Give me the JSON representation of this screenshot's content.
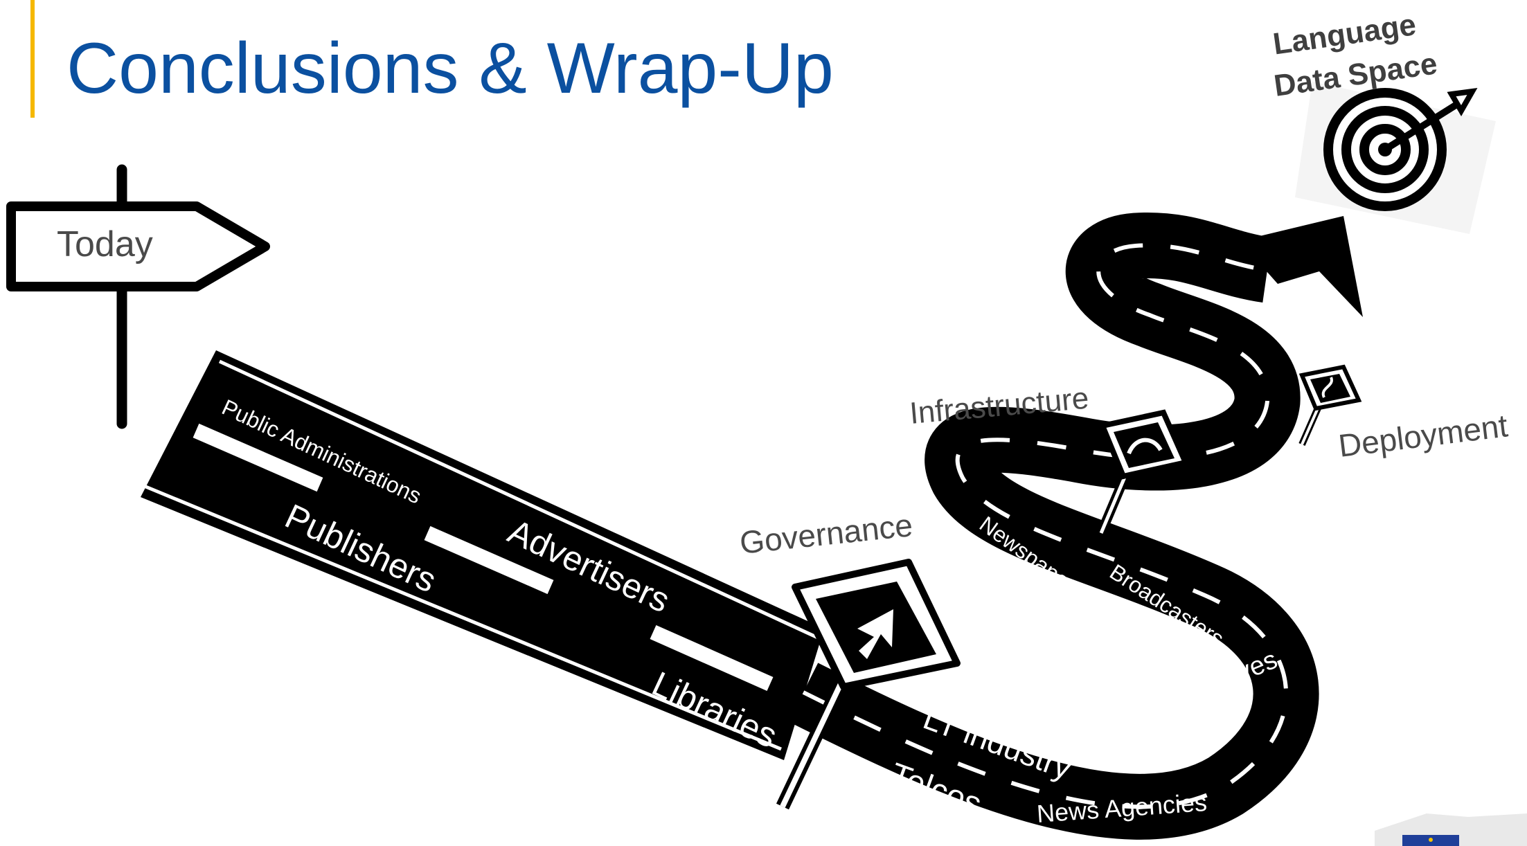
{
  "slide": {
    "title": "Conclusions & Wrap-Up",
    "accent_color": "#f5b800",
    "title_color": "#0b50a0"
  },
  "signpost": {
    "label": "Today",
    "icon": "signpost-icon"
  },
  "goal": {
    "line1": "Language",
    "line2": "Data Space",
    "icon": "target-icon"
  },
  "milestones": {
    "governance": "Governance",
    "infrastructure": "Infrastructure",
    "deployment": "Deployment"
  },
  "stakeholders": {
    "public_administrations": "Public Administrations",
    "publishers": "Publishers",
    "advertisers": "Advertisers",
    "libraries": "Libraries",
    "lt_industry": "LT industry",
    "telcos": "Telcos",
    "news_agencies": "News Agencies",
    "newspapers": "Newspapers",
    "broadcasters": "Broadcasters",
    "archives": "Archives"
  },
  "colors": {
    "road": "#000000",
    "road_marking": "#ffffff",
    "label_gray": "#4a4a4a"
  }
}
